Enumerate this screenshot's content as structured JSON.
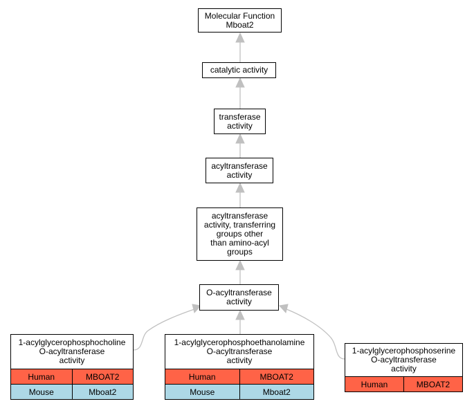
{
  "nodes": {
    "mf": "Molecular Function\nMboat2",
    "catalytic": "catalytic activity",
    "transferase": "transferase\nactivity",
    "acyltransferase": "acyltransferase\nactivity",
    "acyl_other": "acyltransferase\nactivity, transferring\ngroups other\nthan amino-acyl\ngroups",
    "oacyl": "O-acyltransferase\nactivity"
  },
  "leaves": [
    {
      "title": "1-acylglycerophosphocholine\nO-acyltransferase\nactivity",
      "rows": [
        {
          "species": "Human",
          "gene": "MBOAT2"
        },
        {
          "species": "Mouse",
          "gene": "Mboat2"
        }
      ]
    },
    {
      "title": "1-acylglycerophosphoethanolamine\nO-acyltransferase\nactivity",
      "rows": [
        {
          "species": "Human",
          "gene": "MBOAT2"
        },
        {
          "species": "Mouse",
          "gene": "Mboat2"
        }
      ]
    },
    {
      "title": "1-acylglycerophosphoserine\nO-acyltransferase\nactivity",
      "rows": [
        {
          "species": "Human",
          "gene": "MBOAT2"
        }
      ]
    }
  ],
  "colors": {
    "human": "#ff6347",
    "mouse": "#add8e6",
    "edge": "#c0c0c0"
  }
}
